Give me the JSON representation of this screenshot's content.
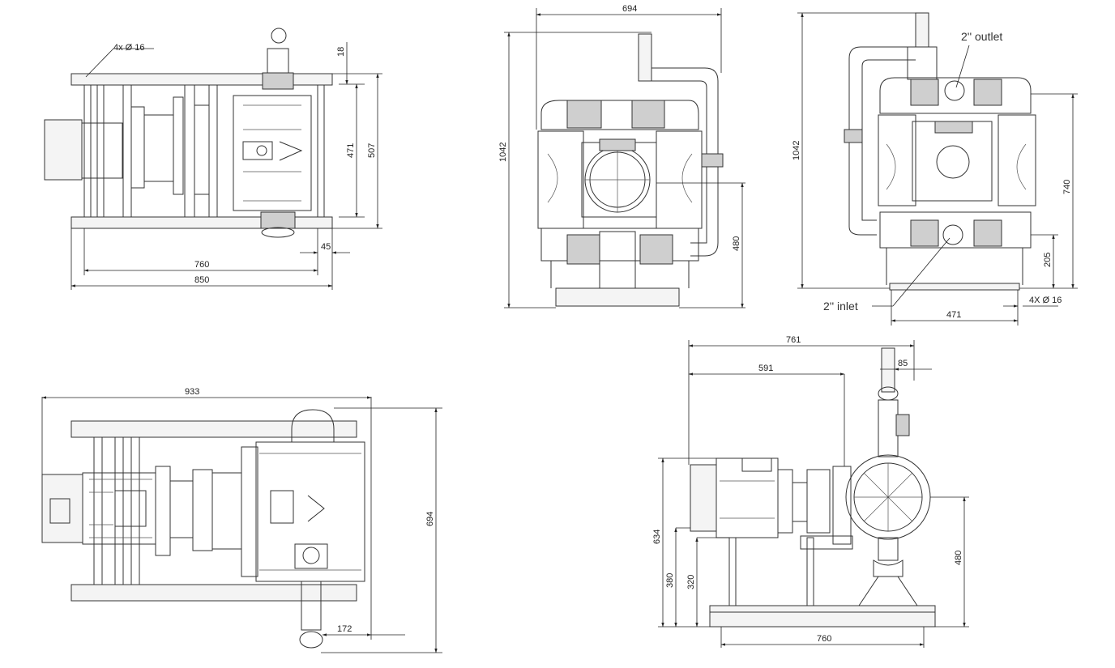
{
  "views": {
    "top_left": {
      "holes": "4x Ø 16",
      "dims": {
        "top_gap": "18",
        "inner_height": "471",
        "outer_height": "507",
        "overhang": "45",
        "inner_length": "760",
        "outer_length": "850"
      }
    },
    "front": {
      "dims": {
        "width": "694",
        "height": "1042",
        "inlet_height": "480"
      }
    },
    "side": {
      "outlet": "2'' outlet",
      "inlet": "2'' inlet",
      "holes": "4X Ø 16",
      "dims": {
        "height": "1042",
        "chamber_height": "740",
        "inlet_height": "205",
        "base_width": "471"
      }
    },
    "top_bottom": {
      "dims": {
        "length": "933",
        "width": "694",
        "offset": "172"
      }
    },
    "side_motor": {
      "dims": {
        "total": "761",
        "to_pump": "591",
        "pipe": "85",
        "motor_height": "634",
        "base_height": "380",
        "shaft_height": "320",
        "pump_center": "480",
        "base_length": "760"
      }
    }
  },
  "colors": {
    "line": "#333333",
    "background": "#ffffff"
  }
}
